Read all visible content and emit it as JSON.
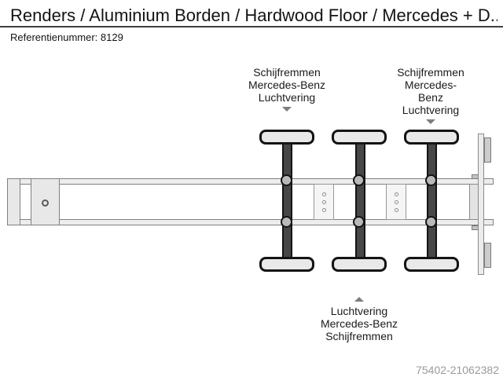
{
  "header": {
    "title": "Renders / Aluminium Borden / Hardwood Floor / Mercedes + D...",
    "reference": "Referentienummer: 8129"
  },
  "annotations": {
    "axle_front": {
      "lines": [
        "Schijfremmen",
        "Mercedes-Benz",
        "Luchtvering"
      ]
    },
    "axle_rear": {
      "lines": [
        "Schijfremmen",
        "Mercedes-Benz",
        "Luchtvering"
      ]
    },
    "axle_middle": {
      "lines": [
        "Luchtvering",
        "Mercedes-Benz",
        "Schijfremmen"
      ]
    }
  },
  "diagram": {
    "type": "trailer-chassis-top-view",
    "axle_count": 3,
    "icons": [
      "arrow-down-icon",
      "arrow-down-icon",
      "arrow-up-icon"
    ]
  },
  "watermark": "75402-21062382",
  "colors": {
    "text": "#141414",
    "rule": "#3f3f3f",
    "watermark": "#9a9a9a",
    "arrow": "#7d7d7d",
    "diagram_light_fill": "#e9e9e9",
    "diagram_dark_fill": "#474747",
    "diagram_line": "#808080"
  }
}
